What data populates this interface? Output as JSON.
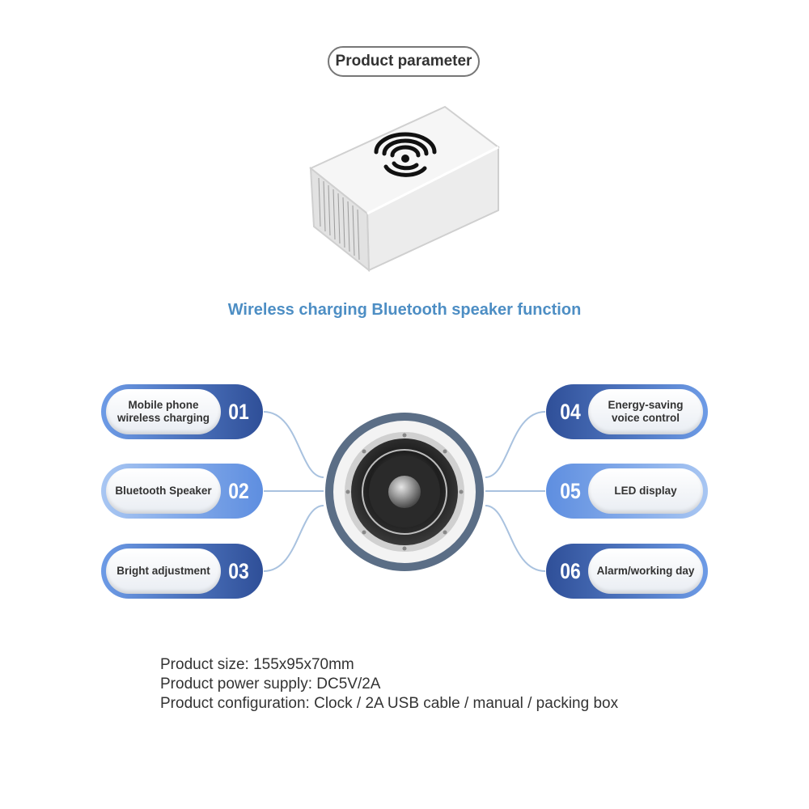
{
  "header": {
    "title": "Product parameter"
  },
  "subtitle": "Wireless charging Bluetooth speaker function",
  "features": [
    {
      "num": "01",
      "label_lines": [
        "Mobile phone",
        "wireless charging"
      ]
    },
    {
      "num": "02",
      "label_lines": [
        "Bluetooth Speaker"
      ]
    },
    {
      "num": "03",
      "label_lines": [
        "Bright adjustment"
      ]
    },
    {
      "num": "04",
      "label_lines": [
        "Energy-saving",
        "voice control"
      ]
    },
    {
      "num": "05",
      "label_lines": [
        "LED display"
      ]
    },
    {
      "num": "06",
      "label_lines": [
        "Alarm/working day"
      ]
    }
  ],
  "specs": [
    "Product size: 155x95x70mm",
    "Product power supply: DC5V/2A",
    "Product configuration: Clock / 2A USB cable / manual / packing box"
  ],
  "icons": {
    "product": "speaker-box-illustration",
    "wireless": "wireless-charging-icon",
    "speaker": "speaker-driver-icon"
  },
  "colors": {
    "accent_dark": "#2f4f98",
    "accent_light": "#6d9be6",
    "subtitle": "#4d8ec4"
  }
}
